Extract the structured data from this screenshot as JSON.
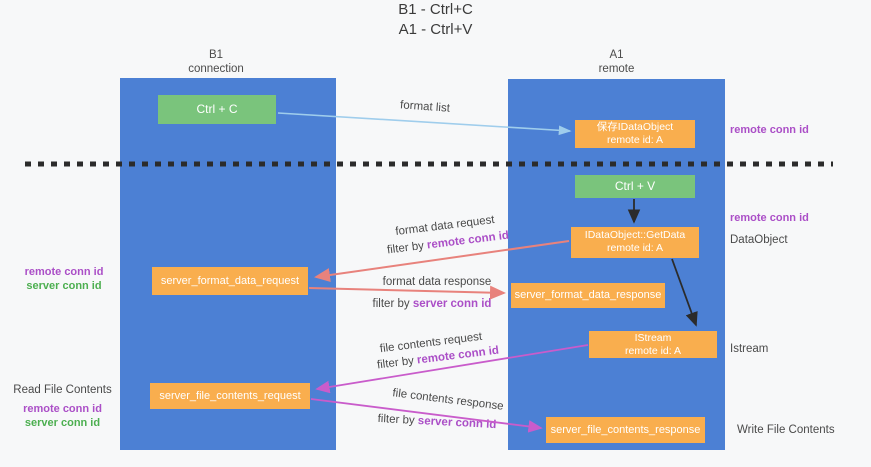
{
  "title": {
    "line1": "B1 - Ctrl+C",
    "line2": "A1 - Ctrl+V"
  },
  "columns": {
    "left": {
      "name": "B1",
      "role": "connection"
    },
    "right": {
      "name": "A1",
      "role": "remote"
    }
  },
  "nodes": {
    "ctrl_c": "Ctrl + C",
    "ctrl_v": "Ctrl + V",
    "save_dataobject": {
      "line1": "保存IDataObject",
      "line2": "remote id: A"
    },
    "getdata": {
      "line1": "IDataObject::GetData",
      "line2": "remote id: A"
    },
    "istream": {
      "line1": "IStream",
      "line2": "remote id: A"
    },
    "format_request": "server_format_data_request",
    "format_response": "server_format_data_response",
    "file_request": "server_file_contents_request",
    "file_response": "server_file_contents_response"
  },
  "messages": {
    "format_list": "format list",
    "format_data_request": "format data request",
    "format_data_request_filter": {
      "prefix": "filter by ",
      "highlight": "remote conn id"
    },
    "format_data_response": "format data response",
    "format_data_response_filter": {
      "prefix": "filter by ",
      "highlight": "server conn id"
    },
    "file_contents_request": "file contents request",
    "file_contents_request_filter": {
      "prefix": "filter by ",
      "highlight": "remote conn id"
    },
    "file_contents_response": "file contents response",
    "file_contents_response_filter": {
      "prefix": "filter by ",
      "highlight": "server conn id"
    }
  },
  "side_labels": {
    "left": {
      "pair1": {
        "remote": "remote conn id",
        "server": "server conn id"
      },
      "read_file": "Read File Contents",
      "pair2": {
        "remote": "remote conn id",
        "server": "server conn id"
      }
    },
    "right": {
      "remote1": "remote conn id",
      "remote2": "remote conn id",
      "dataobject": "DataObject",
      "istream": "Istream",
      "write_file": "Write File Contents"
    }
  },
  "colors": {
    "background": "#f7f8f9",
    "lifeline_blue": "#4c80d4",
    "node_green": "#7ac47c",
    "node_orange": "#f9ae4e",
    "arrow_light_blue": "#9fcdec",
    "arrow_black": "#2b2b2b",
    "arrow_salmon": "#e8827c",
    "arrow_magenta": "#c95ccb",
    "label_purple": "#ab4fc7",
    "label_green": "#4caf50",
    "dashed_line": "#2b2b2b"
  }
}
